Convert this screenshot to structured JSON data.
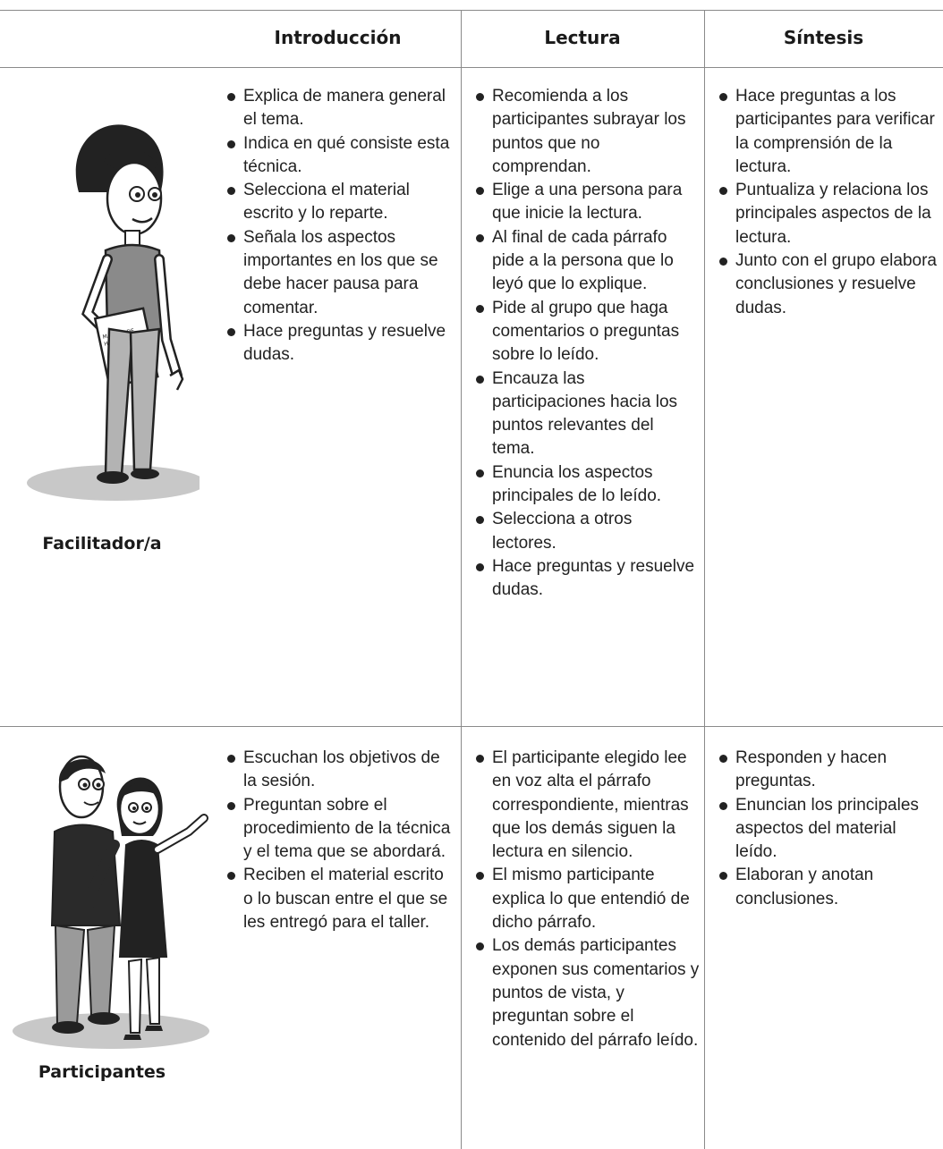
{
  "table": {
    "headers": {
      "introduccion": "Introducción",
      "lectura": "Lectura",
      "sintesis": "Síntesis"
    },
    "rows": [
      {
        "label": "Facilitador/a",
        "illustration": "woman-facilitator-holding-manual",
        "manual_text": "MANUAL DE HERRAMIENTAS",
        "introduccion": [
          "Explica de manera general el tema.",
          "Indica en qué consiste esta técnica.",
          "Selecciona el material escrito y lo reparte.",
          "Señala los aspectos importantes en los que se debe hacer pausa para comentar.",
          "Hace preguntas y resuelve dudas."
        ],
        "lectura": [
          "Recomienda a los participantes subrayar los puntos que no comprendan.",
          "Elige a una persona para que inicie la lectura.",
          "Al final de cada párrafo pide a la persona que lo leyó que lo explique.",
          "Pide al grupo que haga comentarios o preguntas sobre lo leído.",
          "Encauza las participaciones hacia los puntos relevantes del tema.",
          "Enuncia los aspectos principales de lo leído.",
          "Selecciona a otros lectores.",
          "Hace preguntas y resuelve dudas."
        ],
        "sintesis": [
          "Hace preguntas a los participantes para verificar la comprensión de la lectura.",
          "Puntualiza y relaciona los principales aspectos de la lectura.",
          "Junto con el grupo elabora conclusiones y resuelve dudas."
        ]
      },
      {
        "label": "Participantes",
        "illustration": "man-and-woman-participants",
        "introduccion": [
          "Escuchan los objetivos de la sesión.",
          "Preguntan sobre el procedimiento de la técnica y el tema que se abordará.",
          "Reciben el material escrito o lo buscan entre el que se les entregó para el taller."
        ],
        "lectura": [
          "El participante elegido lee en voz alta el párrafo correspondiente, mientras que los demás siguen la lectura en silencio.",
          "El mismo participante explica lo que entendió de dicho párrafo.",
          "Los demás participantes exponen sus comentarios y puntos de vista, y preguntan sobre el contenido del párrafo leído."
        ],
        "sintesis": [
          "Responden y hacen preguntas.",
          "Enuncian los principales aspectos del material leído.",
          "Elaboran y anotan conclusiones."
        ]
      }
    ]
  }
}
